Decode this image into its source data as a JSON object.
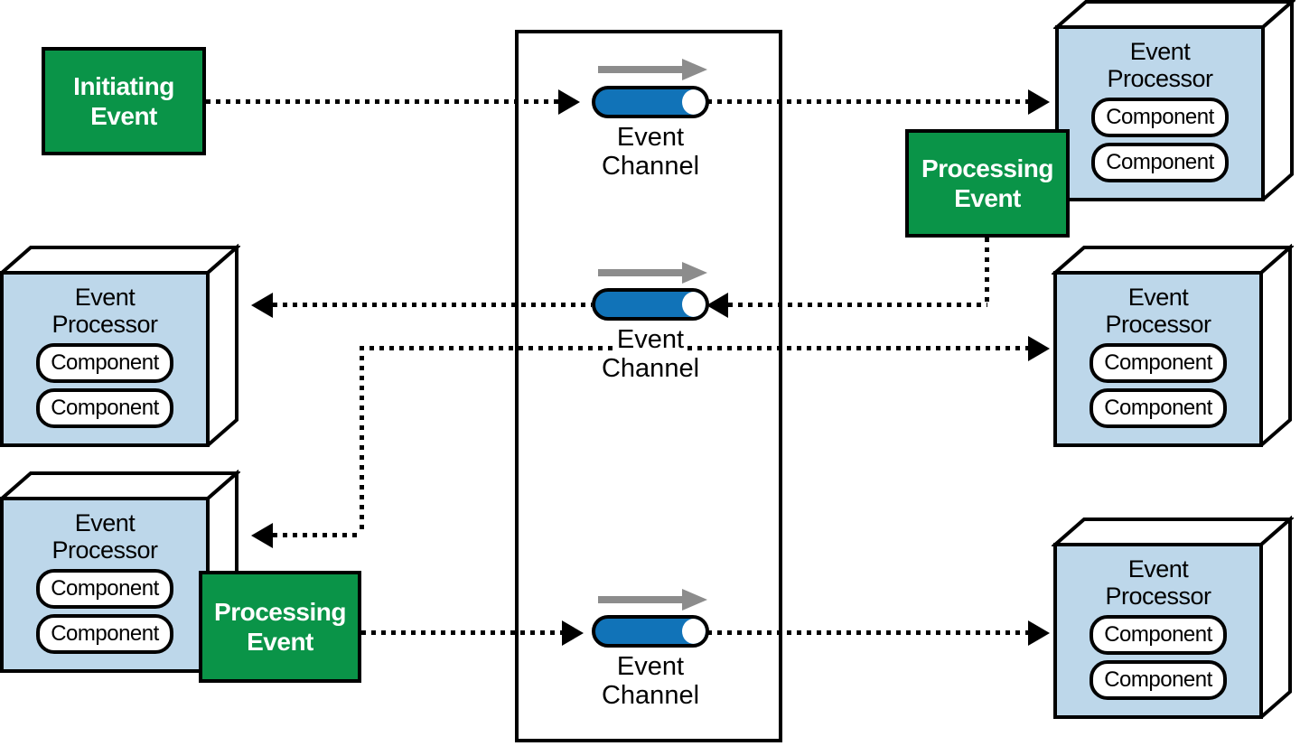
{
  "colors": {
    "green": "#0a9448",
    "blue": "#1173b8",
    "light-blue": "#bdd7ea",
    "arrow-gray": "#8c8c8c",
    "line": "#000000"
  },
  "boxes": {
    "initiating_event": {
      "line1": "Initiating",
      "line2": "Event"
    },
    "processing_event": {
      "line1": "Processing",
      "line2": "Event"
    }
  },
  "processor": {
    "title_line1": "Event",
    "title_line2": "Processor",
    "component": "Component"
  },
  "channel": {
    "label_line1": "Event",
    "label_line2": "Channel"
  }
}
